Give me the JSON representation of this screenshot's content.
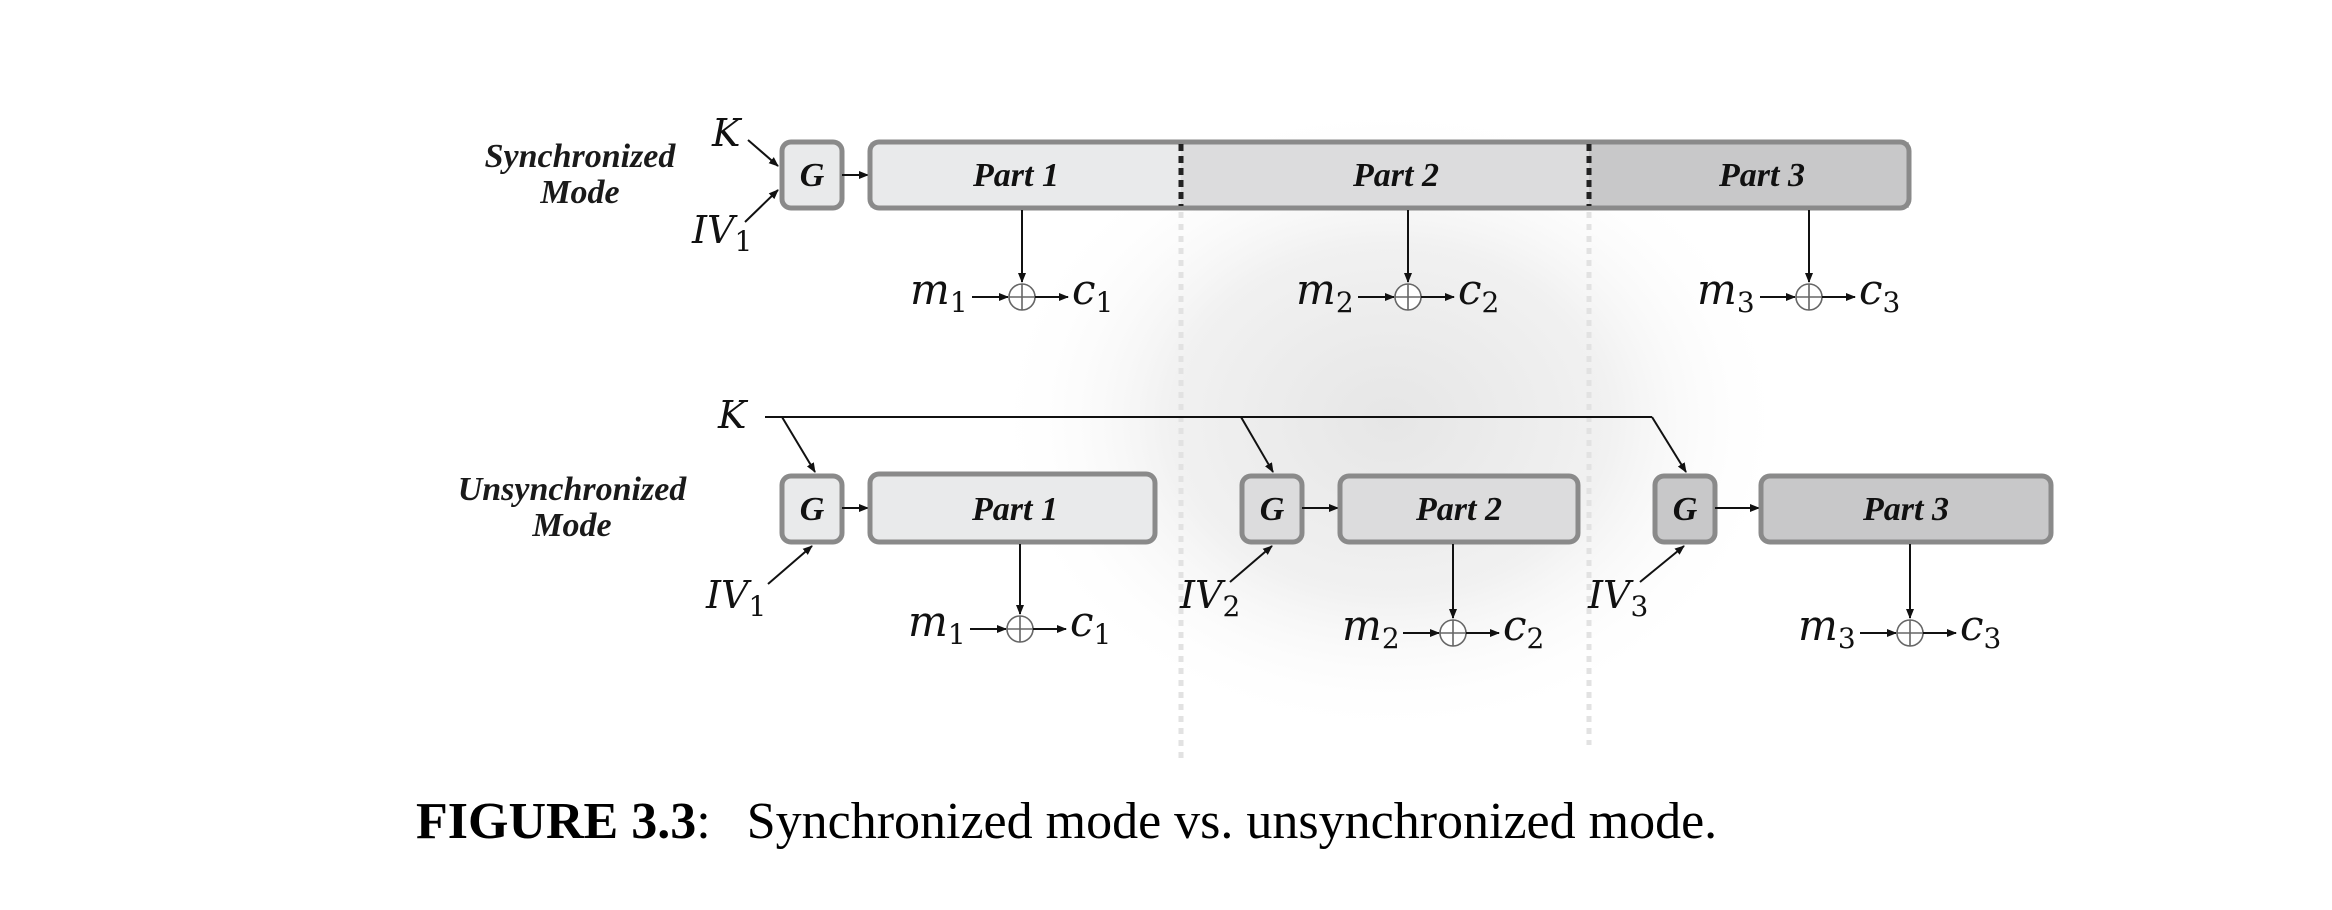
{
  "modes": {
    "synchronized": {
      "label_line1": "Synchronized",
      "label_line2": "Mode"
    },
    "unsynchronized": {
      "label_line1": "Unsynchronized",
      "label_line2": "Mode"
    }
  },
  "generator_label": "G",
  "key_label": "K",
  "iv_symbol": "IV",
  "parts": [
    {
      "label": "Part 1",
      "message_symbol": "m",
      "cipher_symbol": "c",
      "index": "1"
    },
    {
      "label": "Part 2",
      "message_symbol": "m",
      "cipher_symbol": "c",
      "index": "2"
    },
    {
      "label": "Part 3",
      "message_symbol": "m",
      "cipher_symbol": "c",
      "index": "3"
    }
  ],
  "xor_symbol": "⊕",
  "caption": {
    "figure_label": "FIGURE 3.3",
    "separator": ":",
    "text": "Synchronized mode vs. unsynchronized mode."
  },
  "colors": {
    "part1_fill": "#e9eaeb",
    "part2_fill": "#dcdcdd",
    "part3_fill": "#c8c8c9",
    "box_stroke": "#8a8a8a",
    "line": "#111111"
  }
}
